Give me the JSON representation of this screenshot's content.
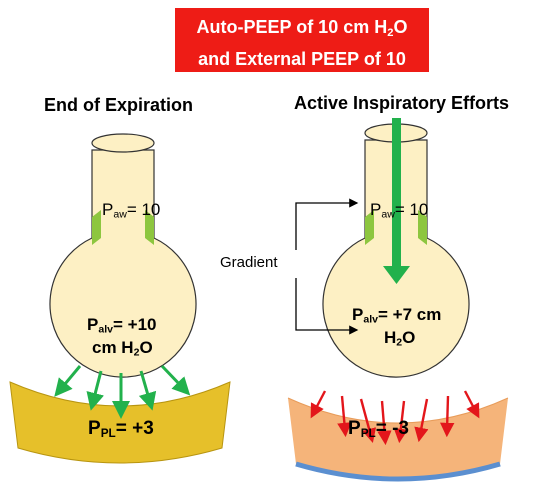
{
  "banner": {
    "line1_main": "Auto-PEEP of 10 cm H",
    "line1_sub": "2",
    "line1_end": "O",
    "line2": "and External PEEP of 10"
  },
  "left": {
    "heading": "End of Expiration",
    "paw_p": "P",
    "paw_sub": "aw",
    "paw_val": "= 10",
    "palv_p": "P",
    "palv_sub": "alv",
    "palv_val": "= +10",
    "palv_unit_main": "cm H",
    "palv_unit_sub": "2",
    "palv_unit_end": "O",
    "ppl_p": "P",
    "ppl_sub": "PL",
    "ppl_val": "= +3"
  },
  "right": {
    "heading": "Active Inspiratory Efforts",
    "paw_p": "P",
    "paw_sub": "aw",
    "paw_val": "= 10",
    "palv_p": "P",
    "palv_sub": "alv",
    "palv_val": "= +7 cm",
    "palv_unit_main": "H",
    "palv_unit_sub": "2",
    "palv_unit_end": "O",
    "ppl_p": "P",
    "ppl_sub": "PL",
    "ppl_val": "= -3"
  },
  "gradient_label": "Gradient",
  "colors": {
    "banner": "#ee1c16",
    "flask_fill": "#fdf0c4",
    "neck_green": "#8dc63f",
    "arrow_green": "#22b14c",
    "left_pleura": "#e6c02a",
    "right_pleura": "#f5b47a",
    "right_pleura_edge": "#5b8fd0",
    "arrow_red": "#e3161b"
  }
}
